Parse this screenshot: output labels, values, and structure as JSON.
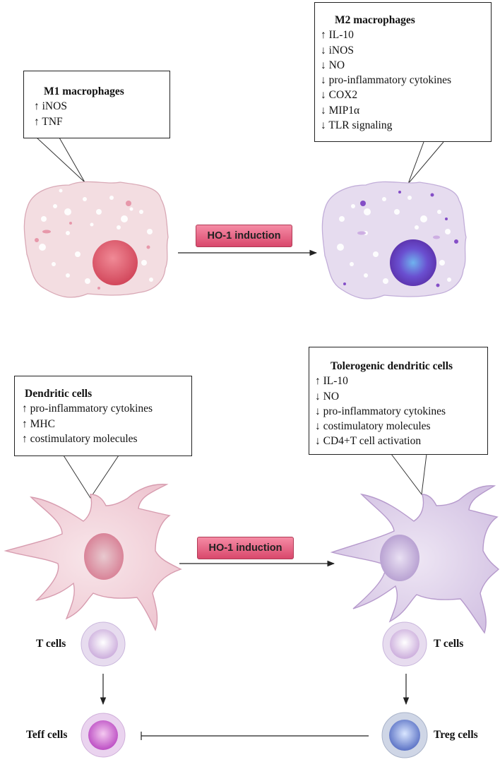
{
  "m1_box": {
    "title": "M1 macrophages",
    "items": [
      "↑ iNOS",
      "↑ TNF"
    ]
  },
  "m2_box": {
    "title": "M2 macrophages",
    "items": [
      "↑ IL-10",
      "↓ iNOS",
      "↓ NO",
      "↓ pro-inflammatory cytokines",
      "↓ COX2",
      "↓ MIP1α",
      "↓ TLR signaling"
    ]
  },
  "dc_box": {
    "title": "Dendritic cells",
    "items": [
      "↑ pro-inflammatory cytokines",
      "↑ MHC",
      "↑ costimulatory molecules"
    ]
  },
  "tdc_box": {
    "title": "Tolerogenic dendritic cells",
    "items": [
      "↑ IL-10",
      "↓ NO",
      "↓ pro-inflammatory cytokines",
      "↓ costimulatory molecules",
      "↓ CD4+T cell activation"
    ]
  },
  "arrow_labels": {
    "top": "HO-1 induction",
    "bottom": "HO-1 induction"
  },
  "cell_labels": {
    "t_cells_left": "T cells",
    "t_cells_right": "T cells",
    "teff": "Teff cells",
    "treg": "Treg cells"
  },
  "colors": {
    "m1_fill": "#f3dde1",
    "m2_fill": "#e6dcef",
    "m1_nucleus": "#dd5a6a",
    "m2_nucleus": "#6a3fc0",
    "dc_fill": "#f3d7df",
    "tdc_fill": "#ddd0e8",
    "badge": "#e35c7d",
    "teff_core": "#c35ccb",
    "treg_core": "#6f86d0"
  }
}
